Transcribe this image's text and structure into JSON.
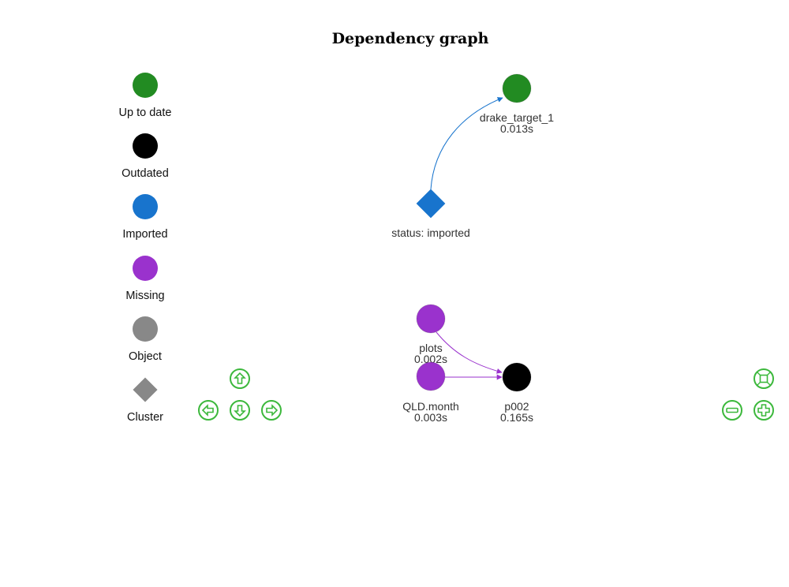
{
  "title": "Dependency graph",
  "legend": [
    {
      "label": "Up to date",
      "color": "#228b22",
      "shape": "circle"
    },
    {
      "label": "Outdated",
      "color": "#000000",
      "shape": "circle"
    },
    {
      "label": "Imported",
      "color": "#1874cd",
      "shape": "circle"
    },
    {
      "label": "Missing",
      "color": "#9a32cd",
      "shape": "circle"
    },
    {
      "label": "Object",
      "color": "#888888",
      "shape": "circle"
    },
    {
      "label": "Cluster",
      "color": "#888888",
      "shape": "diamond"
    }
  ],
  "nodes": [
    {
      "id": "drake_target_1",
      "line1": "drake_target_1",
      "line2": "0.013s",
      "status": "Up to date",
      "color": "#228b22",
      "shape": "circle"
    },
    {
      "id": "status_imported",
      "line1": "status: imported",
      "line2": "",
      "status": "Imported",
      "color": "#1874cd",
      "shape": "diamond"
    },
    {
      "id": "plots",
      "line1": "plots",
      "line2": "0.002s",
      "status": "Missing",
      "color": "#9a32cd",
      "shape": "circle"
    },
    {
      "id": "QLD.month",
      "line1": "QLD.month",
      "line2": "0.003s",
      "status": "Missing",
      "color": "#9a32cd",
      "shape": "circle"
    },
    {
      "id": "p002",
      "line1": "p002",
      "line2": "0.165s",
      "status": "Outdated",
      "color": "#000000",
      "shape": "circle"
    }
  ],
  "edges": [
    {
      "from": "status_imported",
      "to": "drake_target_1",
      "color": "#1874cd"
    },
    {
      "from": "plots",
      "to": "p002",
      "color": "#9a32cd"
    },
    {
      "from": "QLD.month",
      "to": "p002",
      "color": "#9a32cd"
    }
  ],
  "controls": {
    "nav": [
      "up-arrow",
      "left-arrow",
      "down-arrow",
      "right-arrow"
    ],
    "zoom": [
      "zoom-extends",
      "zoom-out",
      "zoom-in"
    ],
    "color": "#3cb83c"
  }
}
